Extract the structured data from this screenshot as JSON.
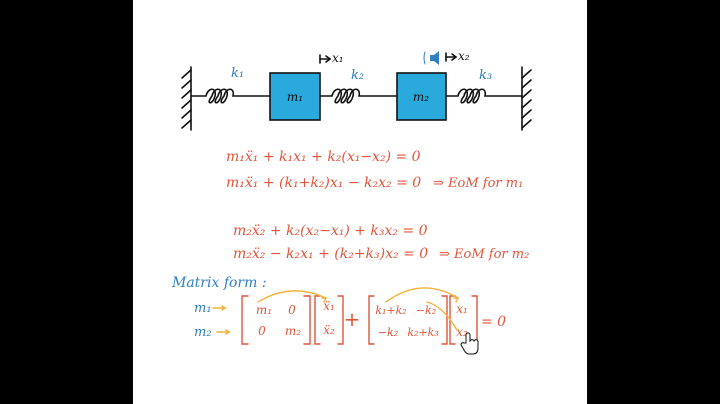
{
  "diagram": {
    "springs": [
      "k₁",
      "k₂",
      "k₃"
    ],
    "masses": [
      "m₁",
      "m₂"
    ],
    "displacements": [
      "x₁",
      "x₂"
    ]
  },
  "equations": {
    "eq1": "m₁ẍ₁ + k₁x₁ + k₂(x₁−x₂) = 0",
    "eq2": "m₁ẍ₁ + (k₁+k₂)x₁ − k₂x₂ = 0",
    "eom1": "⇒ EoM for m₁",
    "eq3": "m₂ẍ₂ + k₂(x₂−x₁) + k₃x₂ = 0",
    "eq4": "m₂ẍ₂ − k₂x₁ + (k₂+k₃)x₂ = 0",
    "eom2": "⇒ EoM for m₂"
  },
  "matrix": {
    "title": "Matrix form :",
    "row_labels": [
      "m₁",
      "m₂"
    ],
    "mass": [
      [
        "m₁",
        "0"
      ],
      [
        "0",
        "m₂"
      ]
    ],
    "accel": [
      "ẍ₁",
      "ẍ₂"
    ],
    "stiff": [
      [
        "k₁+k₂",
        "−k₂"
      ],
      [
        "−k₂",
        "k₂+k₃"
      ]
    ],
    "disp": [
      "x₁",
      "x₂"
    ],
    "plus": "+",
    "equals": "= 0"
  },
  "colors": {
    "blue": "#2f7fc1",
    "red": "#e0553a",
    "mass_fill": "#2aa9dc",
    "arrow": "#f3b13a"
  }
}
